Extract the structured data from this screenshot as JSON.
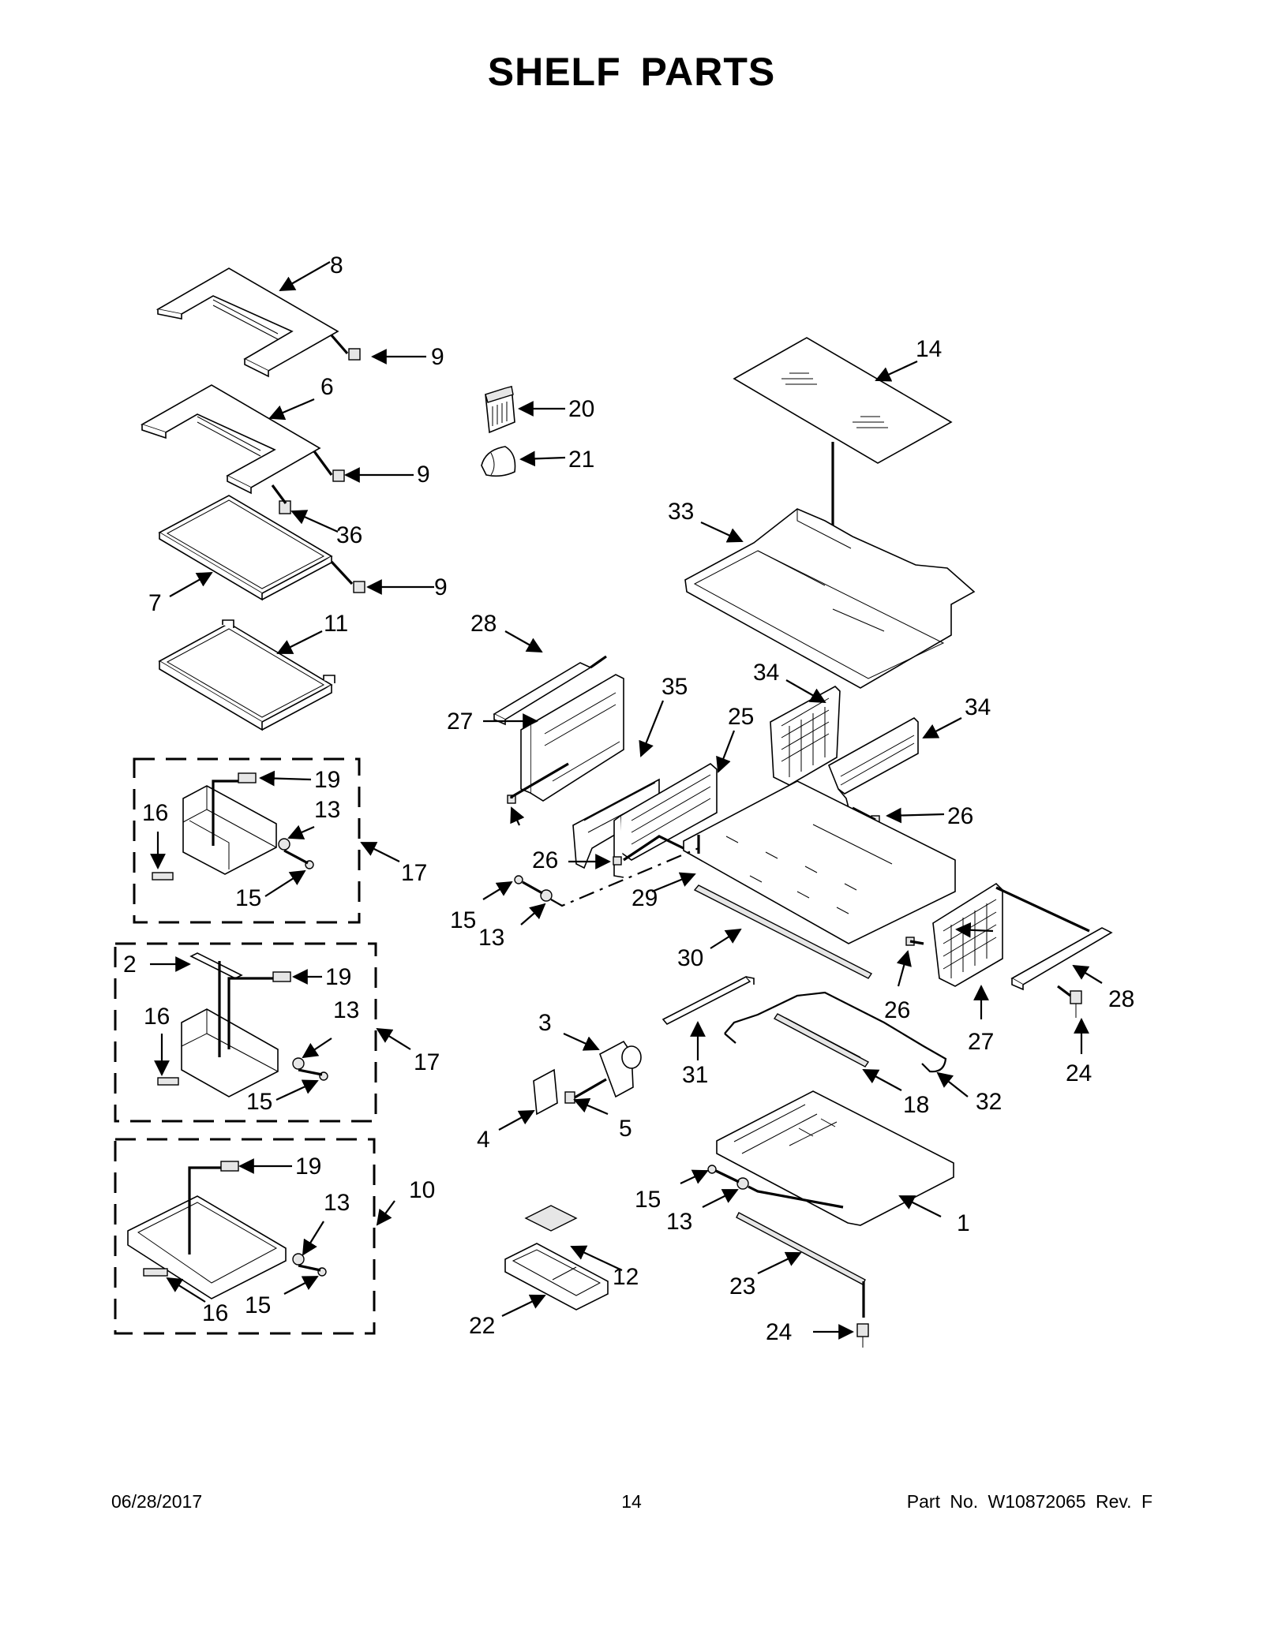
{
  "page": {
    "title": "SHELF  PARTS",
    "footer": {
      "date": "06/28/2017",
      "page_number": "14",
      "part_number": "Part No.  W10872065  Rev.  F"
    }
  },
  "callouts": {
    "c8": "8",
    "c9a": "9",
    "c6": "6",
    "c9b": "9",
    "c36": "36",
    "c9c": "9",
    "c7": "7",
    "c11": "11",
    "c20": "20",
    "c21": "21",
    "c14": "14",
    "c33": "33",
    "c28a": "28",
    "c27a": "27",
    "c35": "35",
    "c25": "25",
    "c34a": "34",
    "c34b": "34",
    "c26a": "26",
    "c26b": "26",
    "c26c": "26",
    "c29": "29",
    "c15a": "15",
    "c13a": "13",
    "c30": "30",
    "c28b": "28",
    "c27b": "27",
    "c24a": "24",
    "c16a": "16",
    "c19a": "19",
    "c13b": "13",
    "c17a": "17",
    "c15b": "15",
    "c2": "2",
    "c19b": "19",
    "c16b": "16",
    "c13c": "13",
    "c17b": "17",
    "c15c": "15",
    "c19c": "19",
    "c13d": "13",
    "c10": "10",
    "c16c": "16",
    "c15d": "15",
    "c3": "3",
    "c4": "4",
    "c5": "5",
    "c31": "31",
    "c18": "18",
    "c32": "32",
    "c1": "1",
    "c15e": "15",
    "c13e": "13",
    "c12": "12",
    "c22": "22",
    "c23": "23",
    "c24b": "24"
  }
}
